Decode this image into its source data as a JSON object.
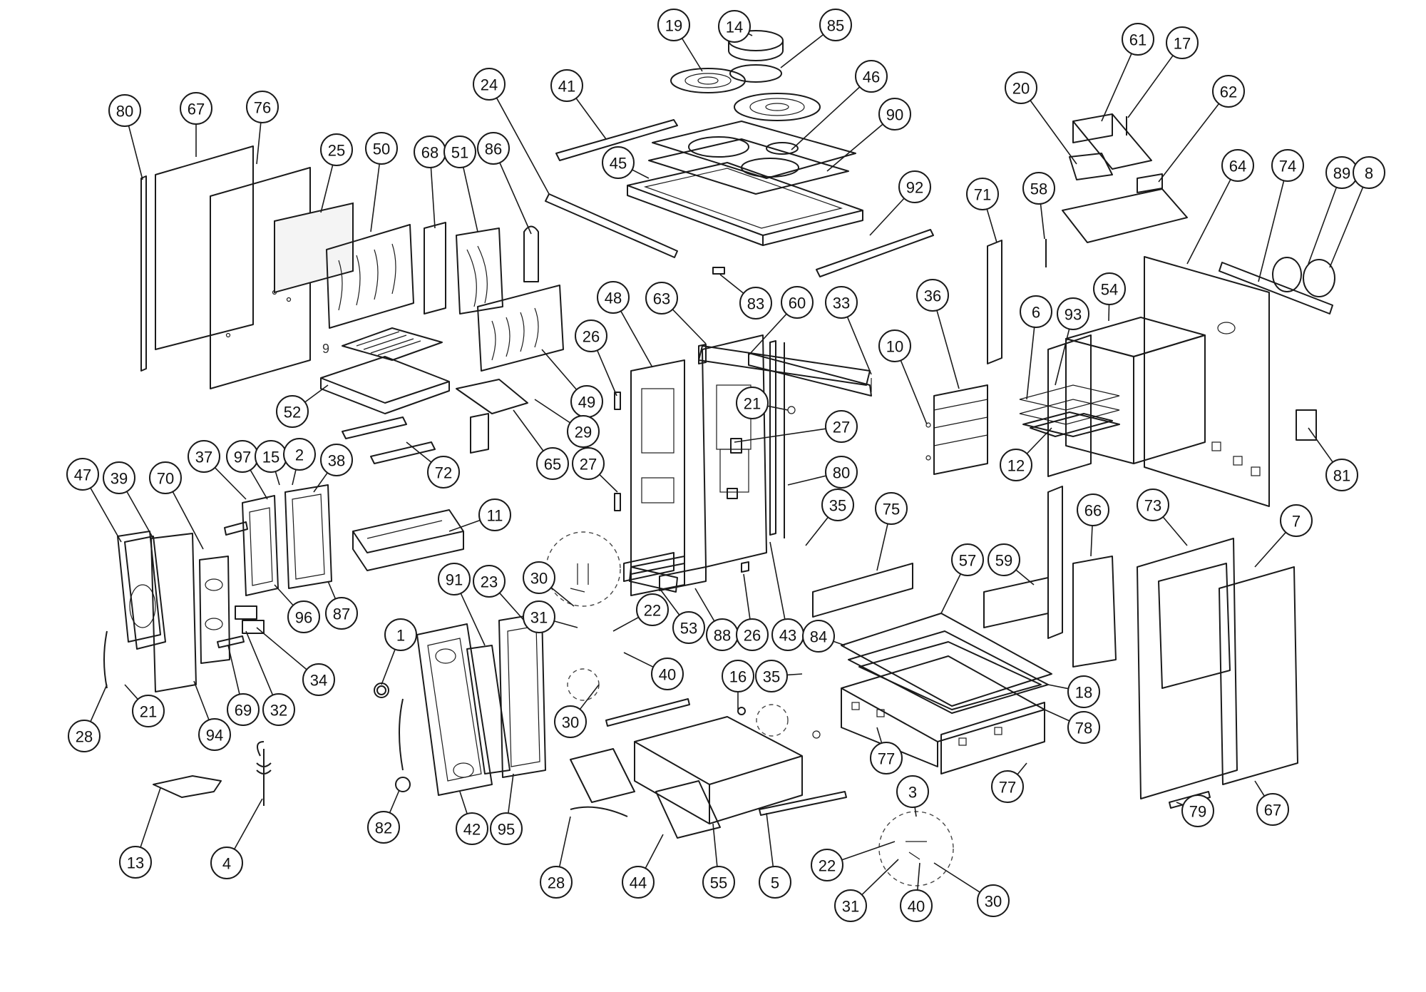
{
  "callouts": [
    {
      "id": "19",
      "label": "19"
    },
    {
      "id": "14",
      "label": "14"
    },
    {
      "id": "85",
      "label": "85"
    },
    {
      "id": "24",
      "label": "24"
    },
    {
      "id": "41",
      "label": "41"
    },
    {
      "id": "46",
      "label": "46"
    },
    {
      "id": "45",
      "label": "45"
    },
    {
      "id": "90",
      "label": "90"
    },
    {
      "id": "92",
      "label": "92"
    },
    {
      "id": "83",
      "label": "83"
    },
    {
      "id": "61",
      "label": "61"
    },
    {
      "id": "17",
      "label": "17"
    },
    {
      "id": "20",
      "label": "20"
    },
    {
      "id": "62",
      "label": "62"
    },
    {
      "id": "64",
      "label": "64"
    },
    {
      "id": "74",
      "label": "74"
    },
    {
      "id": "89",
      "label": "89"
    },
    {
      "id": "8",
      "label": "8"
    },
    {
      "id": "80a",
      "label": "80"
    },
    {
      "id": "67a",
      "label": "67"
    },
    {
      "id": "76",
      "label": "76"
    },
    {
      "id": "25",
      "label": "25"
    },
    {
      "id": "50",
      "label": "50"
    },
    {
      "id": "68",
      "label": "68"
    },
    {
      "id": "51",
      "label": "51"
    },
    {
      "id": "86",
      "label": "86"
    },
    {
      "id": "52",
      "label": "52"
    },
    {
      "id": "49",
      "label": "49"
    },
    {
      "id": "29",
      "label": "29"
    },
    {
      "id": "65",
      "label": "65"
    },
    {
      "id": "72",
      "label": "72"
    },
    {
      "id": "26a",
      "label": "26"
    },
    {
      "id": "27a",
      "label": "27"
    },
    {
      "id": "48",
      "label": "48"
    },
    {
      "id": "63",
      "label": "63"
    },
    {
      "id": "60",
      "label": "60"
    },
    {
      "id": "33",
      "label": "33"
    },
    {
      "id": "21a",
      "label": "21"
    },
    {
      "id": "27b",
      "label": "27"
    },
    {
      "id": "80b",
      "label": "80"
    },
    {
      "id": "35a",
      "label": "35"
    },
    {
      "id": "71",
      "label": "71"
    },
    {
      "id": "58",
      "label": "58"
    },
    {
      "id": "36",
      "label": "36"
    },
    {
      "id": "10",
      "label": "10"
    },
    {
      "id": "6",
      "label": "6"
    },
    {
      "id": "93",
      "label": "93"
    },
    {
      "id": "54",
      "label": "54"
    },
    {
      "id": "12",
      "label": "12"
    },
    {
      "id": "81",
      "label": "81"
    },
    {
      "id": "47",
      "label": "47"
    },
    {
      "id": "39",
      "label": "39"
    },
    {
      "id": "70",
      "label": "70"
    },
    {
      "id": "37",
      "label": "37"
    },
    {
      "id": "97",
      "label": "97"
    },
    {
      "id": "15",
      "label": "15"
    },
    {
      "id": "2",
      "label": "2"
    },
    {
      "id": "38",
      "label": "38"
    },
    {
      "id": "11",
      "label": "11"
    },
    {
      "id": "96",
      "label": "96"
    },
    {
      "id": "87",
      "label": "87"
    },
    {
      "id": "34",
      "label": "34"
    },
    {
      "id": "32",
      "label": "32"
    },
    {
      "id": "69",
      "label": "69"
    },
    {
      "id": "94",
      "label": "94"
    },
    {
      "id": "21b",
      "label": "21"
    },
    {
      "id": "28a",
      "label": "28"
    },
    {
      "id": "13",
      "label": "13"
    },
    {
      "id": "4",
      "label": "4"
    },
    {
      "id": "1",
      "label": "1"
    },
    {
      "id": "91",
      "label": "91"
    },
    {
      "id": "23",
      "label": "23"
    },
    {
      "id": "82",
      "label": "82"
    },
    {
      "id": "42",
      "label": "42"
    },
    {
      "id": "95",
      "label": "95"
    },
    {
      "id": "30a",
      "label": "30"
    },
    {
      "id": "31a",
      "label": "31"
    },
    {
      "id": "22a",
      "label": "22"
    },
    {
      "id": "40a",
      "label": "40"
    },
    {
      "id": "30b",
      "label": "30"
    },
    {
      "id": "53",
      "label": "53"
    },
    {
      "id": "88",
      "label": "88"
    },
    {
      "id": "26b",
      "label": "26"
    },
    {
      "id": "43",
      "label": "43"
    },
    {
      "id": "75",
      "label": "75"
    },
    {
      "id": "57",
      "label": "57"
    },
    {
      "id": "59",
      "label": "59"
    },
    {
      "id": "84",
      "label": "84"
    },
    {
      "id": "35b",
      "label": "35"
    },
    {
      "id": "16",
      "label": "16"
    },
    {
      "id": "18",
      "label": "18"
    },
    {
      "id": "78",
      "label": "78"
    },
    {
      "id": "77a",
      "label": "77"
    },
    {
      "id": "77b",
      "label": "77"
    },
    {
      "id": "66",
      "label": "66"
    },
    {
      "id": "73",
      "label": "73"
    },
    {
      "id": "7",
      "label": "7"
    },
    {
      "id": "79",
      "label": "79"
    },
    {
      "id": "67b",
      "label": "67"
    },
    {
      "id": "28b",
      "label": "28"
    },
    {
      "id": "44",
      "label": "44"
    },
    {
      "id": "55",
      "label": "55"
    },
    {
      "id": "5",
      "label": "5"
    },
    {
      "id": "3",
      "label": "3"
    },
    {
      "id": "22b",
      "label": "22"
    },
    {
      "id": "31b",
      "label": "31"
    },
    {
      "id": "40b",
      "label": "40"
    },
    {
      "id": "30c",
      "label": "30"
    }
  ],
  "loose_labels": {
    "nine": "9"
  }
}
